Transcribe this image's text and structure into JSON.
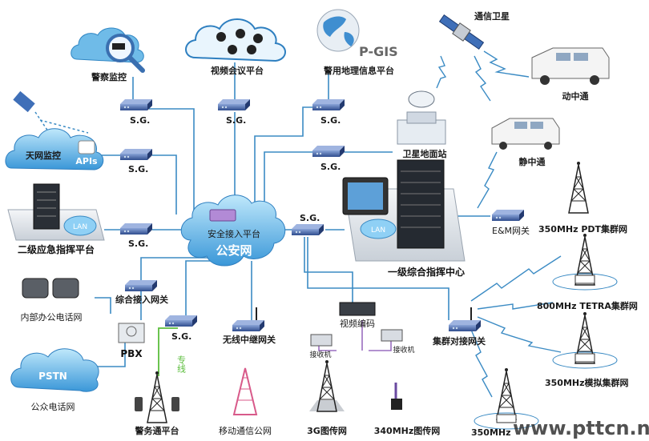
{
  "labels": {
    "police_monitor": "警察监控",
    "video_conf": "视频会议平台",
    "pgis_logo": "P-GIS",
    "pgis_platform": "警用地理信息平台",
    "sat": "通信卫星",
    "mobile_comm": "动中通",
    "static_comm": "静中通",
    "sat_ground": "卫星地面站",
    "tianwang": "天网监控",
    "apis": "APIs",
    "second_level": "二级应急指挥平台",
    "lan": "LAN",
    "lan2": "LAN",
    "secure_access": "安全接入平台",
    "police_net": "公安网",
    "first_level": "一级综合指挥中心",
    "em_gateway": "E&M网关",
    "pdt": "350MHz PDT集群网",
    "tetra": "800MHz TETRA集群网",
    "analog": "350MHz模拟集群网",
    "analog2": "350MHz",
    "integrated_gw": "综合接入网关",
    "internal_phone": "内部办公电话网",
    "pbx": "PBX",
    "pstn": "PSTN",
    "public_phone": "公众电话网",
    "dedicated": "专线",
    "police_plat": "警务通平台",
    "wireless_gw": "无线中继网关",
    "mobile_net": "移动通信公网",
    "video_encode": "视频编码",
    "receiver1": "接收机",
    "receiver2": "接收机",
    "g3": "3G图传网",
    "mhz340": "340MHz图传网",
    "trunk_gw": "集群对接网关",
    "watermark": "www.pttcn.net"
  },
  "sg": "S.G.",
  "colors": {
    "line": "#3b8bc4",
    "cloud": "#4aa3e0",
    "cloud_light": "#8fd0f5",
    "device": "#3f5b9c",
    "purple": "#9a6ec0",
    "green": "#5bbd3c"
  }
}
